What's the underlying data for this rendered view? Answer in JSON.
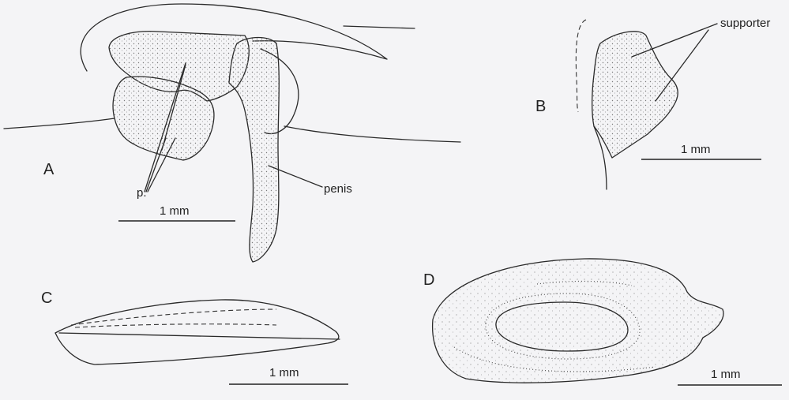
{
  "panels": {
    "A": {
      "letter": "A",
      "label_p": "p.",
      "label_penis": "penis",
      "scale": "1 mm"
    },
    "B": {
      "letter": "B",
      "label_supporter": "supporter",
      "scale": "1 mm"
    },
    "C": {
      "letter": "C",
      "scale": "1 mm"
    },
    "D": {
      "letter": "D",
      "scale": "1 mm"
    }
  },
  "colors": {
    "ink": "#2a2a2a",
    "stipple": "#7a7a7a",
    "background": "#f4f4f6"
  }
}
